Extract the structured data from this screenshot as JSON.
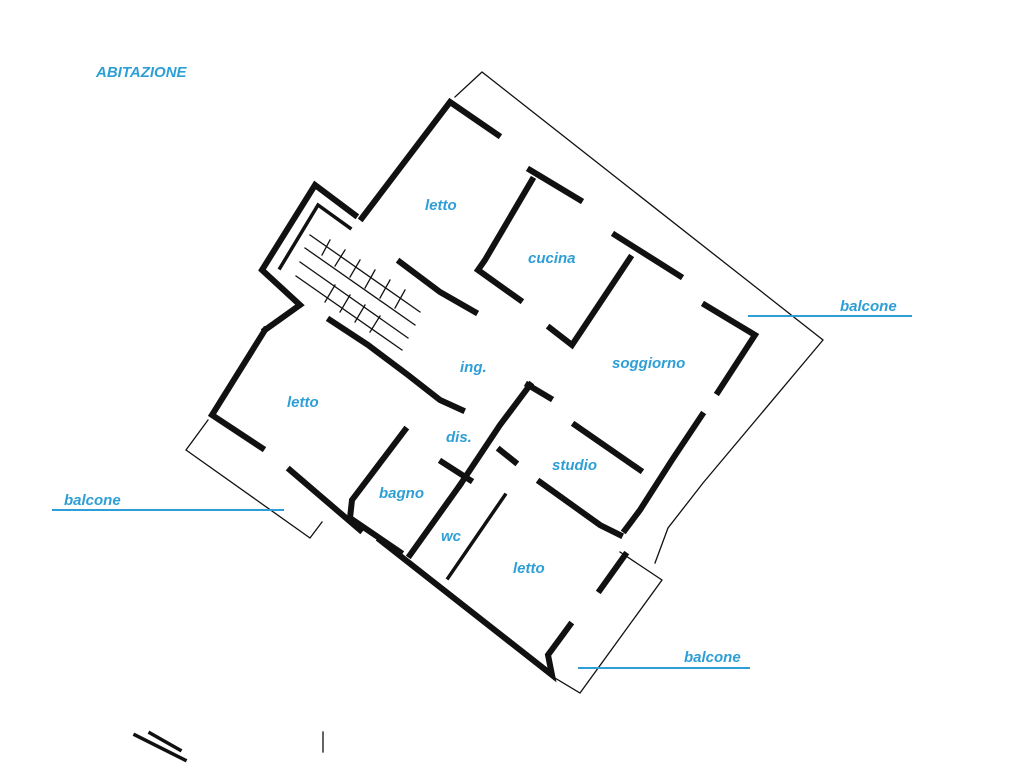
{
  "title": "ABITAZIONE",
  "rooms": {
    "letto_top": "letto",
    "cucina": "cucina",
    "soggiorno": "soggiorno",
    "ingresso": "ing.",
    "letto_left": "letto",
    "disimpegno": "dis.",
    "studio": "studio",
    "bagno": "bagno",
    "wc": "wc",
    "letto_bottom": "letto"
  },
  "balconies": {
    "right": "balcone",
    "left": "balcone",
    "bottom": "balcone"
  },
  "colors": {
    "label": "#2e9fd6",
    "walls": "#111111"
  }
}
